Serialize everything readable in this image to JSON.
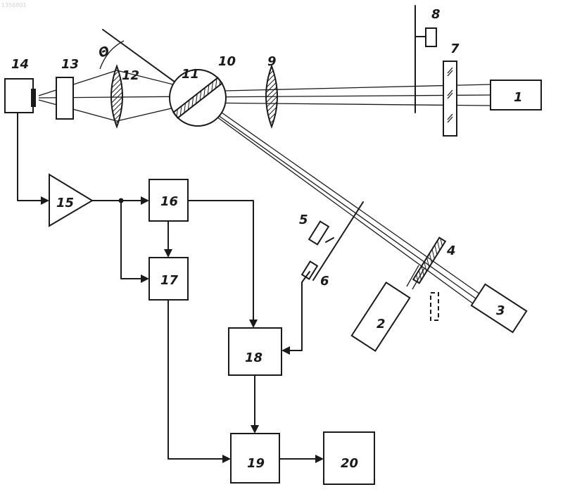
{
  "corner_code": "1356801",
  "labels": {
    "n1": "1",
    "n2": "2",
    "n3": "3",
    "n4": "4",
    "n5": "5",
    "n6": "6",
    "n7": "7",
    "n8": "8",
    "n9": "9",
    "n10": "10",
    "n11": "11",
    "n12": "12",
    "n13": "13",
    "n14": "14",
    "n15": "15",
    "n16": "16",
    "n17": "17",
    "n18": "18",
    "n19": "19",
    "n20": "20",
    "theta": "Θ"
  }
}
